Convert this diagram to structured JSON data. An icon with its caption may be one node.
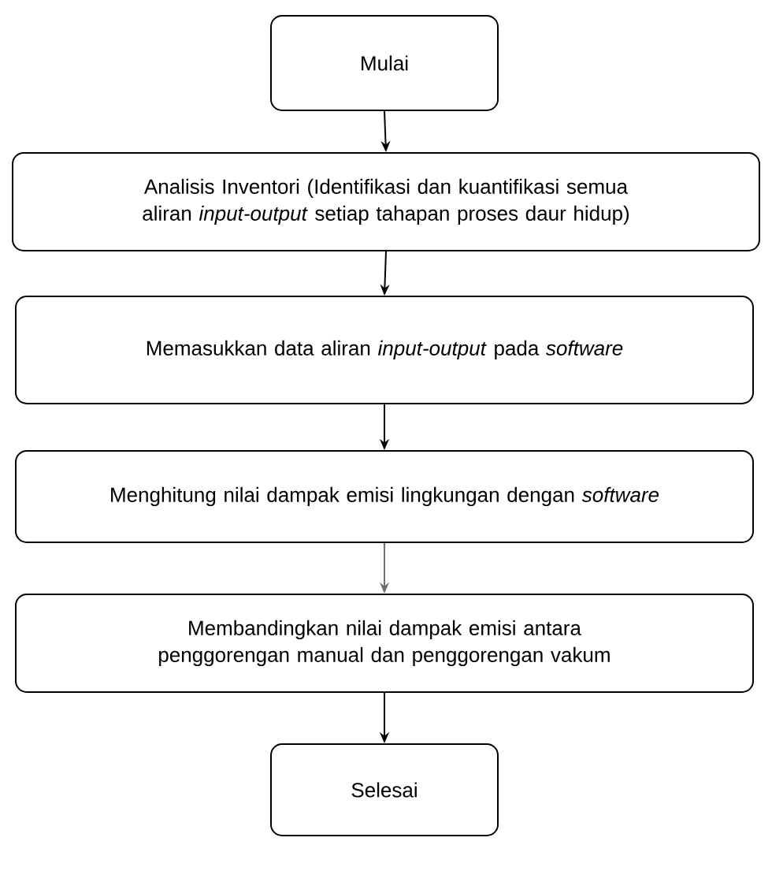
{
  "diagram": {
    "nodes": [
      {
        "text": [
          "Mulai"
        ]
      },
      {
        "text": [
          "Analisis Inventori (Identifikasi dan kuantifikasi semua aliran *input-output* setiap tahapan proses daur hidup)"
        ]
      },
      {
        "text": [
          "Memasukkan data aliran *input-output* pada *software*"
        ]
      },
      {
        "text": [
          "Menghitung nilai dampak emisi lingkungan dengan *software*"
        ]
      },
      {
        "text": [
          "Membandingkan nilai dampak emisi antara penggorengan manual dan penggorengan vakum"
        ]
      },
      {
        "text": [
          "Selesai"
        ]
      }
    ],
    "edges": [
      {
        "from": 0,
        "to": 1,
        "arrow": "to"
      },
      {
        "from": 1,
        "to": 2,
        "arrow": "to"
      },
      {
        "from": 2,
        "to": 3,
        "arrow": "to"
      },
      {
        "from": 3,
        "to": 4,
        "arrow": "to",
        "color": "#6e6e6e"
      },
      {
        "from": 4,
        "to": 5,
        "arrow": "to"
      }
    ]
  }
}
